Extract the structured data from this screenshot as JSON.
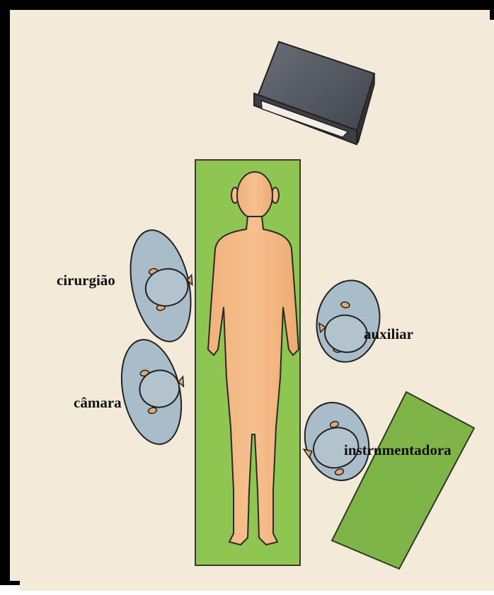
{
  "labels": {
    "surgeon": "cirurgião",
    "assistant": "auxiliar",
    "camera": "câmara",
    "scrub_nurse": "instrumentadora"
  },
  "colors": {
    "paper": "#f4ead9",
    "frame": "#000000",
    "drape": "#8fc652",
    "skin": "#f2b57e",
    "gown": "#a9bcc9",
    "cap": "#b2c3ce",
    "ear": "#e6a873",
    "monitor": "#55585e"
  }
}
